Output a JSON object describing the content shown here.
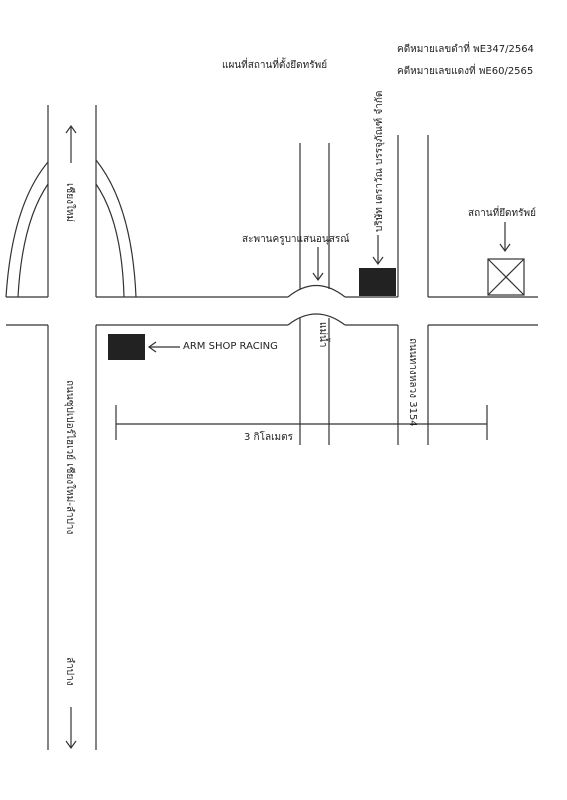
{
  "title": "แผนที่สถานที่ตั้งยึดทรัพย์",
  "case_black": "คดีหมายเลขดำที่ พE347/2564",
  "case_red": "คดีหมายเลขแดงที่ พE60/2565",
  "labels": {
    "chiang_mai": "เชียงใหม่",
    "lampang": "ลำปาง",
    "highway_main": "ถนนซุปเปอร์ไฮเวย์ เชียงใหม่-ลำปาง",
    "river": "แม่น้ำ",
    "highway_3154": "ถนนทางหลวง 3154",
    "bridge": "สะพานครูบาแสนอนุสรณ์",
    "company": "บริษัท เตราวัณ บรรจุภัณฑ์ จำกัด",
    "seized_property": "สถานที่ยึดทรัพย์",
    "arm_shop": "ARM SHOP RACING",
    "distance": "3 กิโลเมตร"
  },
  "icons": [
    "arrow-up-icon",
    "arrow-down-icon",
    "arrow-left-icon",
    "property-marker-icon"
  ]
}
